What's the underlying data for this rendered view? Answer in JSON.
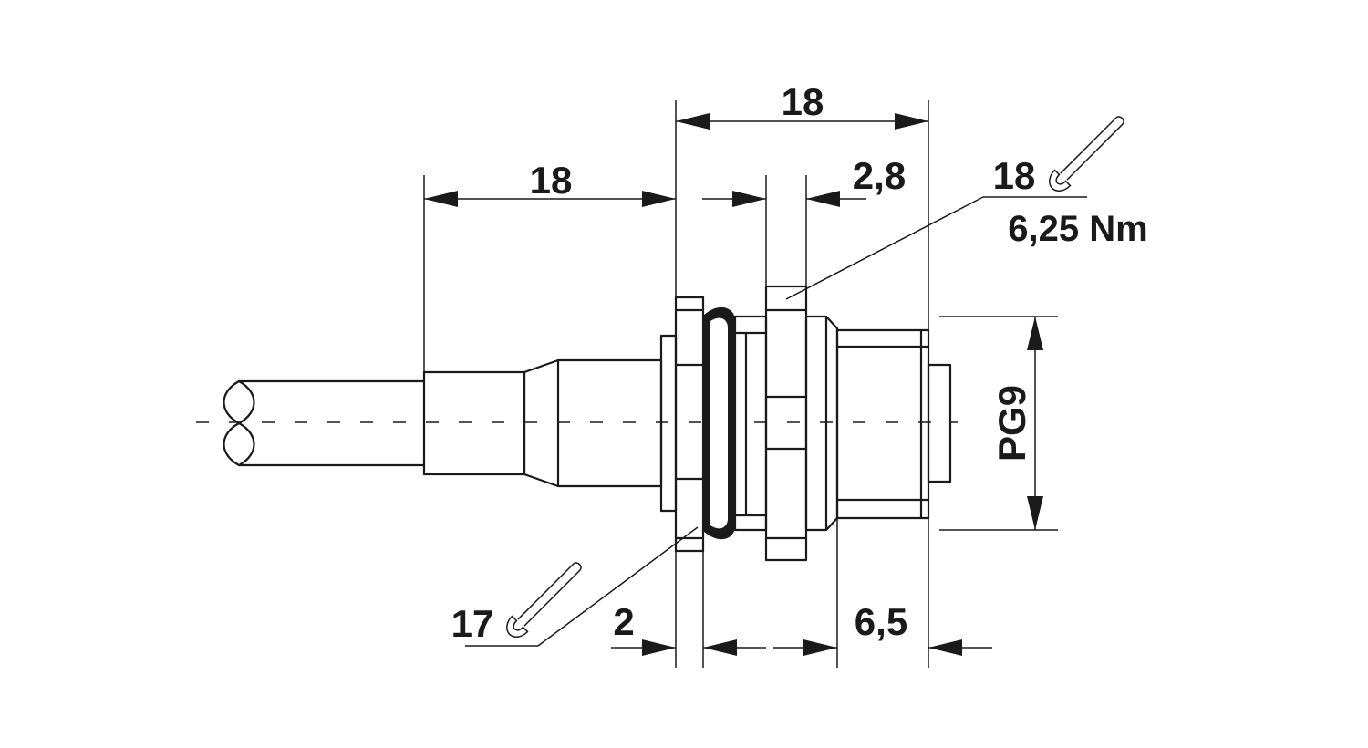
{
  "dimensions": {
    "overall_length": "18",
    "cable_section_length": "18",
    "nut_width": "2,8",
    "washer_width": "2",
    "thread_length": "6,5",
    "thread_size": "PG9"
  },
  "wrench_right": {
    "size": "18",
    "torque": "6,25 Nm",
    "icon": "wrench-icon"
  },
  "wrench_left": {
    "size": "17",
    "icon": "wrench-icon"
  }
}
